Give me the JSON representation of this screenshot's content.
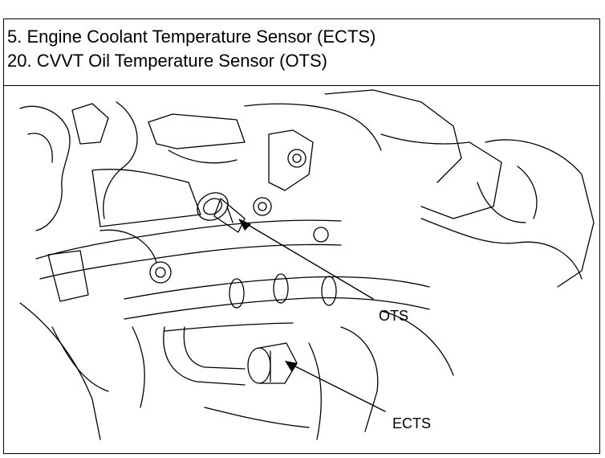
{
  "caption": {
    "lines": [
      "5. Engine Coolant Temperature Sensor (ECTS)",
      "20. CVVT Oil Temperature Sensor (OTS)"
    ]
  },
  "figure": {
    "callouts": [
      {
        "label": "OTS"
      },
      {
        "label": "ECTS"
      }
    ]
  }
}
